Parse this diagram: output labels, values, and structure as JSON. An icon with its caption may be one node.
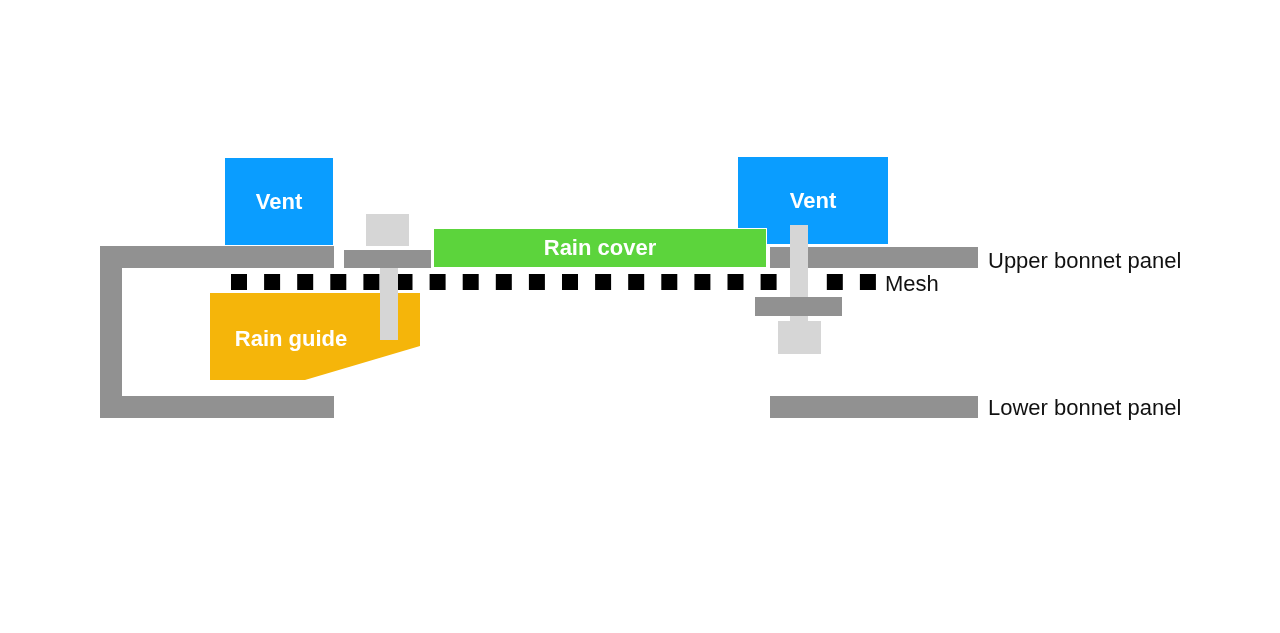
{
  "diagram": {
    "nodes": [
      {
        "text": [
          "Vent"
        ]
      },
      {
        "text": [
          "Vent"
        ]
      },
      {
        "text": [
          "Rain cover"
        ]
      },
      {
        "text": [
          "Rain guide"
        ]
      }
    ],
    "labels": [
      "Upper bonnet panel",
      "Mesh",
      "Lower bonnet panel"
    ]
  }
}
